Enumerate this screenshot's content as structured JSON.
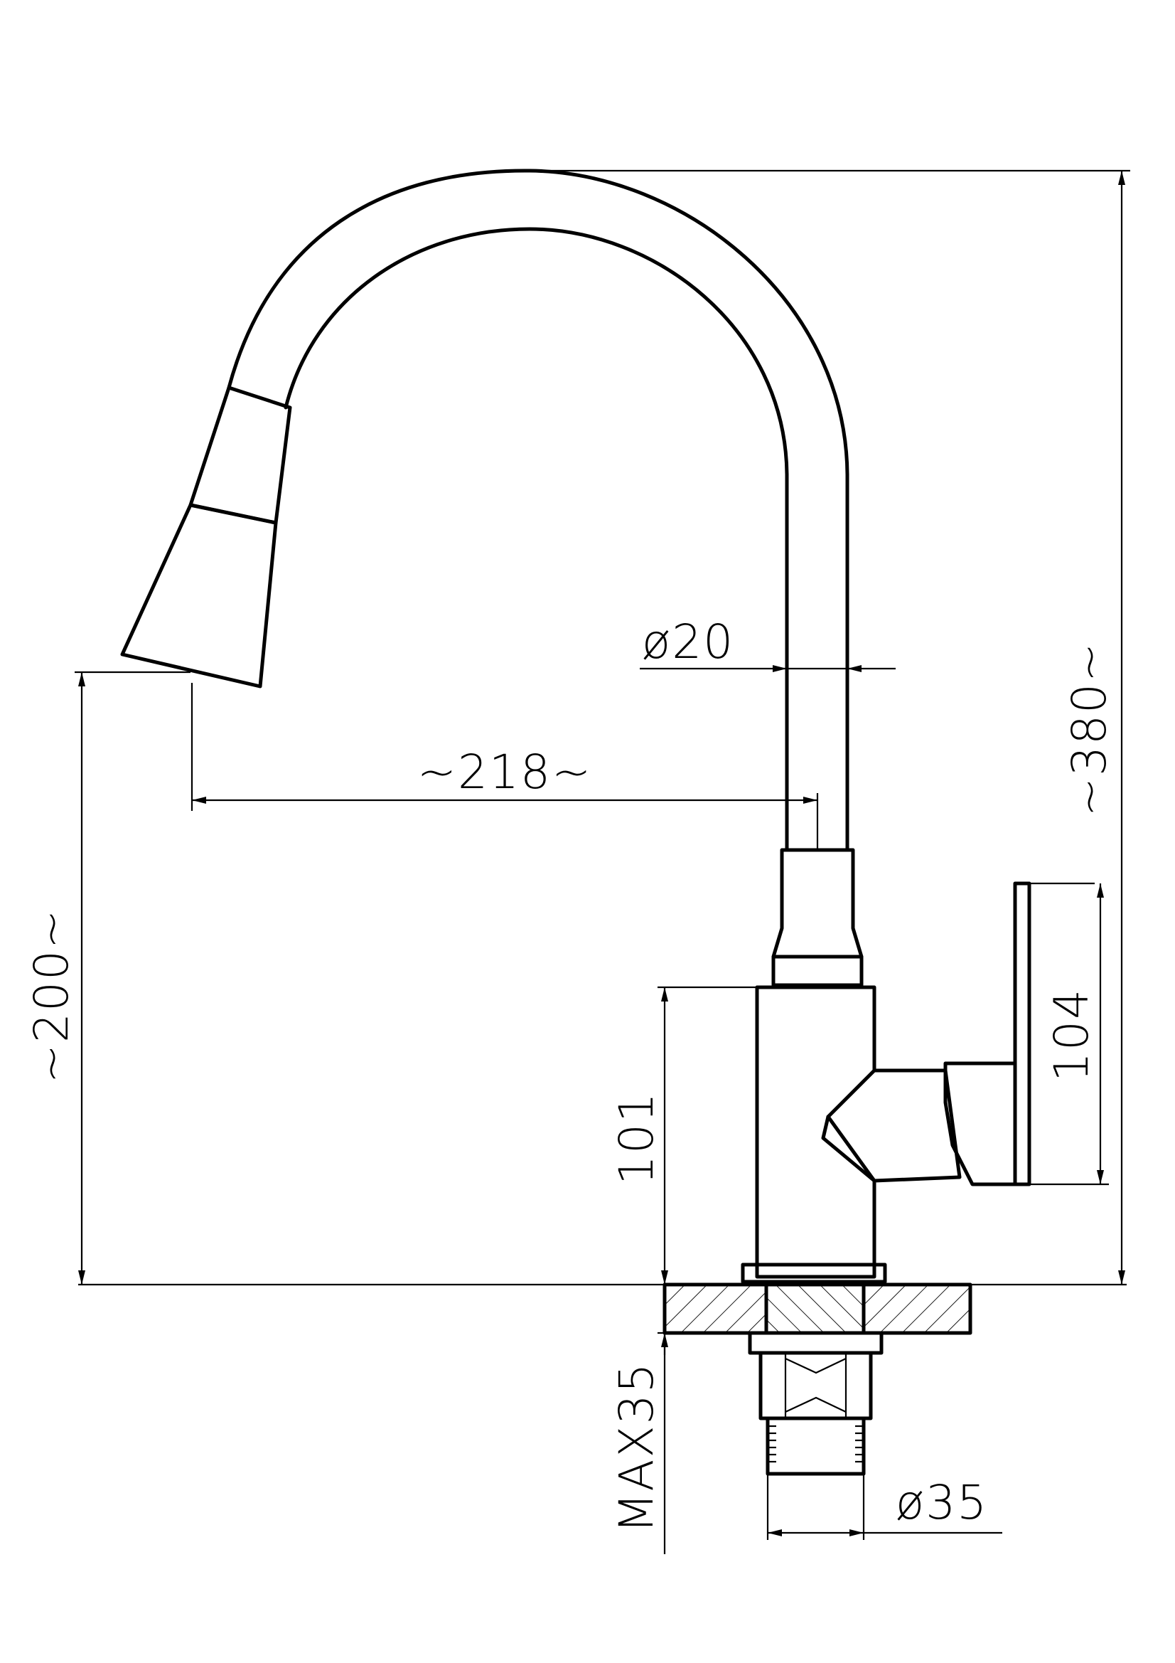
{
  "dimensions": {
    "overall_height": "~380~",
    "spout_height": "~200~",
    "spout_reach": "~218~",
    "spout_tube_diameter": "ø20",
    "body_height": "101",
    "handle_height": "104",
    "max_countertop_thickness": "MAX35",
    "mounting_hole_diameter": "ø35"
  }
}
